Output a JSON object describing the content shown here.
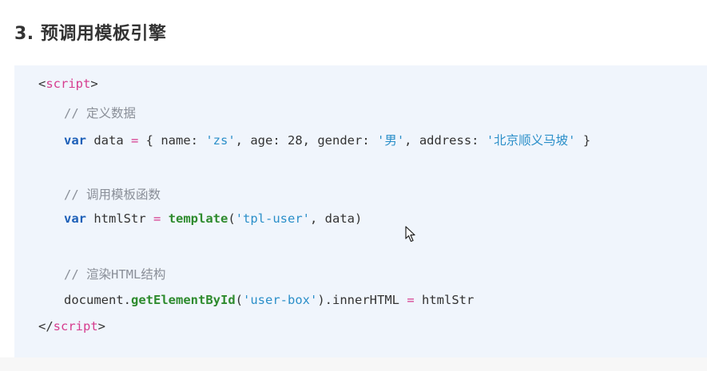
{
  "heading": "3. 预调用模板引擎",
  "code": {
    "open_bracket": "<",
    "script_tag": "script",
    "close_bracket": ">",
    "end_open_bracket": "</",
    "comment1": "// 定义数据",
    "var1": "var",
    "data_name": " data ",
    "eq": "=",
    "obj_open": " { name: ",
    "name_val": "'zs'",
    "age_part": ", age: ",
    "age_val": "28",
    "gender_part": ", gender: ",
    "gender_val": "'男'",
    "address_part": ", address: ",
    "address_val": "'北京顺义马坡'",
    "obj_close": " }",
    "comment2": "// 调用模板函数",
    "var2": "var",
    "htmlstr_name": " htmlStr ",
    "eq2": "=",
    "template_fn": "template",
    "paren_open": "(",
    "tpl_id": "'tpl-user'",
    "args_rest": ", data)",
    "comment3": "// 渲染HTML结构",
    "document_part": "document.",
    "get_fn": "getElementById",
    "paren_open2": "(",
    "userbox_id": "'user-box'",
    "inner_part": ").innerHTML ",
    "eq3": "=",
    "htmlstr_ref": " htmlStr"
  },
  "colors": {
    "panel_bg": "#f0f5fc",
    "keyword": "#1c5fb8",
    "string": "#2b8fc9",
    "function": "#2e8b2e",
    "tag": "#d63c8e",
    "comment": "#8a8f98"
  },
  "icons": {
    "cursor": "mouse-pointer-icon"
  }
}
